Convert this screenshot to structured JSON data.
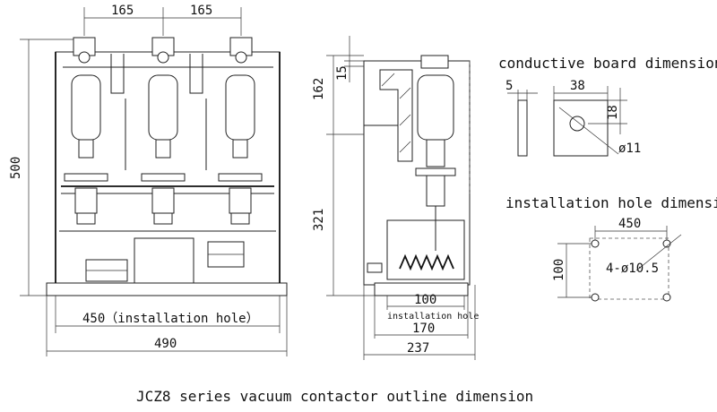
{
  "title": "JCZ8 series vacuum contactor outline dimension",
  "front_view": {
    "dim_top_left": "165",
    "dim_top_right": "165",
    "dim_height": "500",
    "dim_installation_hole": "450（installation hole）",
    "dim_width": "490"
  },
  "side_view": {
    "dim_15": "15",
    "dim_162": "162",
    "dim_321": "321",
    "dim_100": "100",
    "installation_hole_label": "installation hole",
    "dim_170": "170",
    "dim_237": "237"
  },
  "conductive_board": {
    "heading": "conductive board dimension",
    "dim_5": "5",
    "dim_38": "38",
    "dim_18": "18",
    "dim_hole": "ø11"
  },
  "installation_hole": {
    "heading": "installation hole dimension",
    "dim_450": "450",
    "dim_100": "100",
    "dim_holes": "4-ø10.5"
  }
}
